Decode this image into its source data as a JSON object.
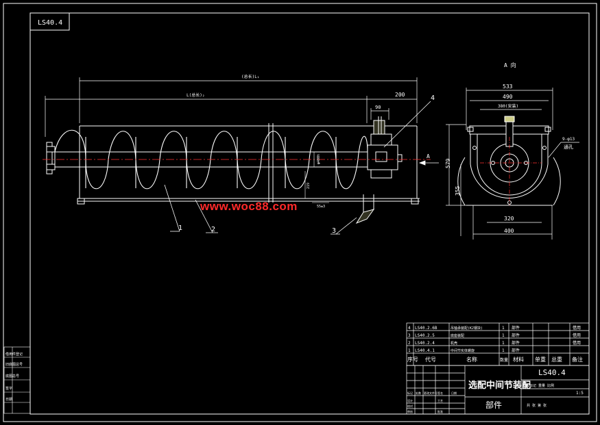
{
  "drawing_code": "LS40.4",
  "watermark": "www.woc88.com",
  "view_label": "A 向",
  "arrow_label": "A",
  "dims": {
    "overall": "(总长)L₁",
    "body": "L(总长)₂",
    "d200": "200",
    "d90": "90",
    "d533": "533",
    "d490": "490",
    "d380": "380(安装)",
    "d320": "320",
    "d400": "400",
    "d579": "579",
    "d355": "355",
    "bolt": "9-φ13",
    "holes": "通孔",
    "dia": "φ400h",
    "d219": "219",
    "d55": "55±3"
  },
  "callouts": [
    "1",
    "2",
    "3",
    "4"
  ],
  "bom": {
    "rows": [
      {
        "no": "4",
        "code": "LS40.2.6B",
        "name": "吊轴承装配(K2钢块)",
        "qty": "1",
        "mat": "部件",
        "note": "借用"
      },
      {
        "no": "3",
        "code": "LS40.2.5",
        "name": "底座装配",
        "qty": "1",
        "mat": "部件",
        "note": "借用"
      },
      {
        "no": "2",
        "code": "LS40.2.4",
        "name": "机壳",
        "qty": "1",
        "mat": "部件",
        "note": "借用"
      },
      {
        "no": "1",
        "code": "LS40.4.1",
        "name": "中间节实体螺旋",
        "qty": "1",
        "mat": "部件",
        "note": ""
      }
    ],
    "headers": {
      "no": "序号",
      "code": "代号",
      "name": "名称",
      "qty": "数量",
      "mat": "材料",
      "unit": "单重",
      "total": "总重",
      "note": "备注"
    }
  },
  "title_block": {
    "title": "选配中间节装配",
    "code": "LS40.4",
    "type": "部件",
    "scale": "1:5",
    "mark_row": "阶段标记  重量  比例",
    "labels": [
      "标记",
      "处数",
      "更改文件号",
      "签名",
      "日期",
      "设计",
      "校对",
      "审核",
      "工艺",
      "批准"
    ],
    "sheet": "共  张  第  张"
  },
  "side_strip": [
    "借用件登记",
    "旧底图总号",
    "底图总号",
    "签字",
    "日期"
  ]
}
